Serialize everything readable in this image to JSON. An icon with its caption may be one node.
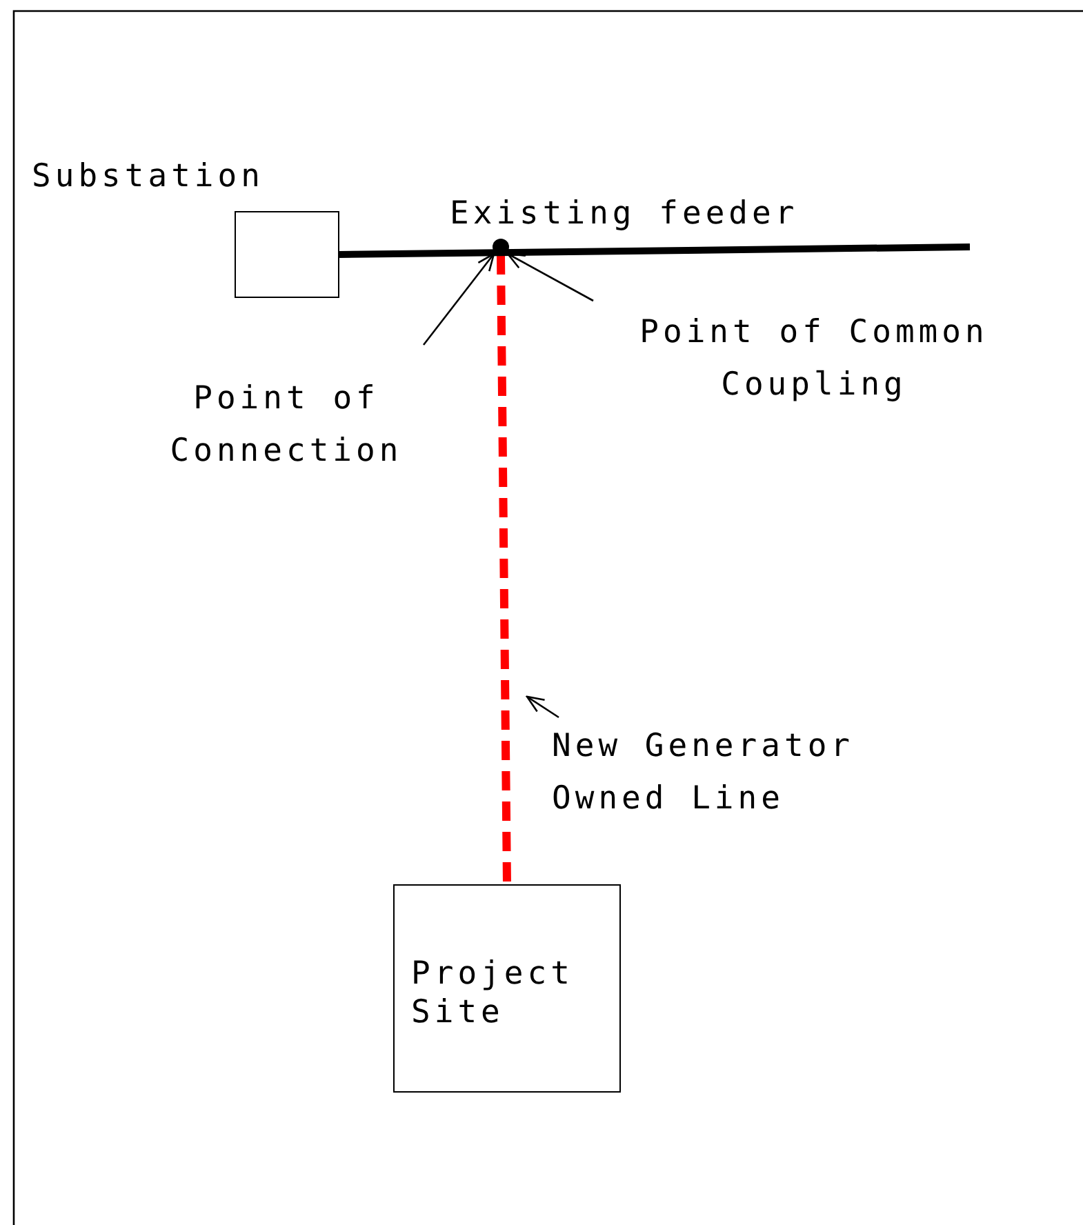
{
  "diagram": {
    "nodes": [
      {
        "text": [
          "Substation"
        ]
      },
      {
        "text": [],
        "shape": "circle"
      },
      {
        "text": [
          "Point of Connection"
        ]
      },
      {
        "text": [
          "Point of Common Coupling"
        ]
      },
      {
        "text": [
          "New Generator Owned Line"
        ]
      },
      {
        "text": [
          "Project Site"
        ]
      }
    ],
    "edges": [
      {
        "from": 0,
        "to": null,
        "arrow": "none",
        "label": "Existing feeder",
        "style": "thick"
      },
      {
        "from": 1,
        "to": 5,
        "arrow": "none",
        "style": "dashed",
        "color": "#ff0000"
      },
      {
        "from": 2,
        "to": 1,
        "arrow": "to"
      },
      {
        "from": 3,
        "to": 1,
        "arrow": "to"
      },
      {
        "from": 4,
        "to": null,
        "arrow": "to"
      }
    ]
  }
}
